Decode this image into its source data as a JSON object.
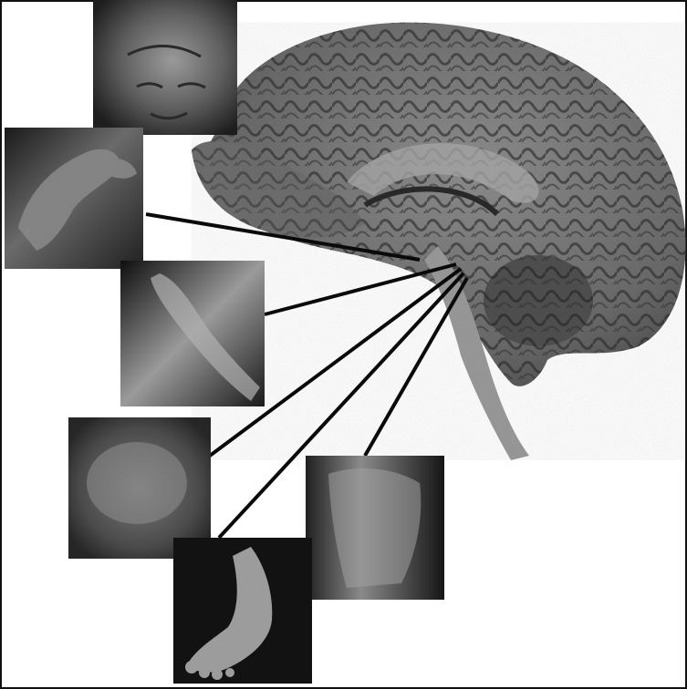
{
  "figure": {
    "subject": "brain-body-connections-illustration",
    "panels": [
      {
        "name": "face-photo-panel",
        "icon": "face-icon"
      },
      {
        "name": "hand-photo-panel",
        "icon": "hand-icon"
      },
      {
        "name": "arm-photo-panel",
        "icon": "arm-icon"
      },
      {
        "name": "torso-photo-panel",
        "icon": "torso-icon"
      },
      {
        "name": "leg-photo-panel",
        "icon": "leg-icon"
      },
      {
        "name": "foot-photo-panel",
        "icon": "foot-icon"
      }
    ],
    "colors": {
      "background": "#ffffff",
      "border": "#111111",
      "brain_base": "#7a7a7a",
      "brain_dark": "#3a3a3a",
      "panel_dark": "#101010",
      "line": "#0a0a0a"
    }
  }
}
